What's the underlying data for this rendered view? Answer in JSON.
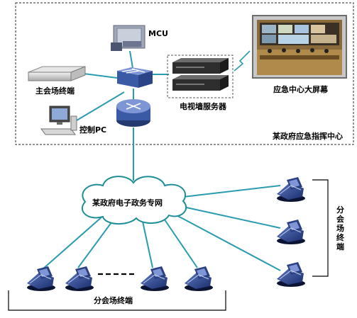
{
  "diagram": {
    "colors": {
      "link": "#2a9cb0",
      "cloud_stroke": "#1f8e96",
      "device_blue": "#3b5aa6",
      "border": "#555555"
    },
    "labels": {
      "mcu": "MCU",
      "main_terminal": "主会场终端",
      "control_pc": "控制PC",
      "tv_wall_server": "电视墙服务器",
      "big_screen": "应急中心大屏幕",
      "command_center": "某政府应急指挥中心",
      "egov_network": "某政府电子政务专网",
      "sub_terminals_bottom": "分会场终端",
      "sub_terminals_right": "分会场终端"
    },
    "icons": [
      "mcu-icon",
      "switch-icon",
      "router-icon",
      "server-icon",
      "pc-icon",
      "video-terminal-icon",
      "cloud-icon",
      "screen-photo-icon"
    ]
  }
}
